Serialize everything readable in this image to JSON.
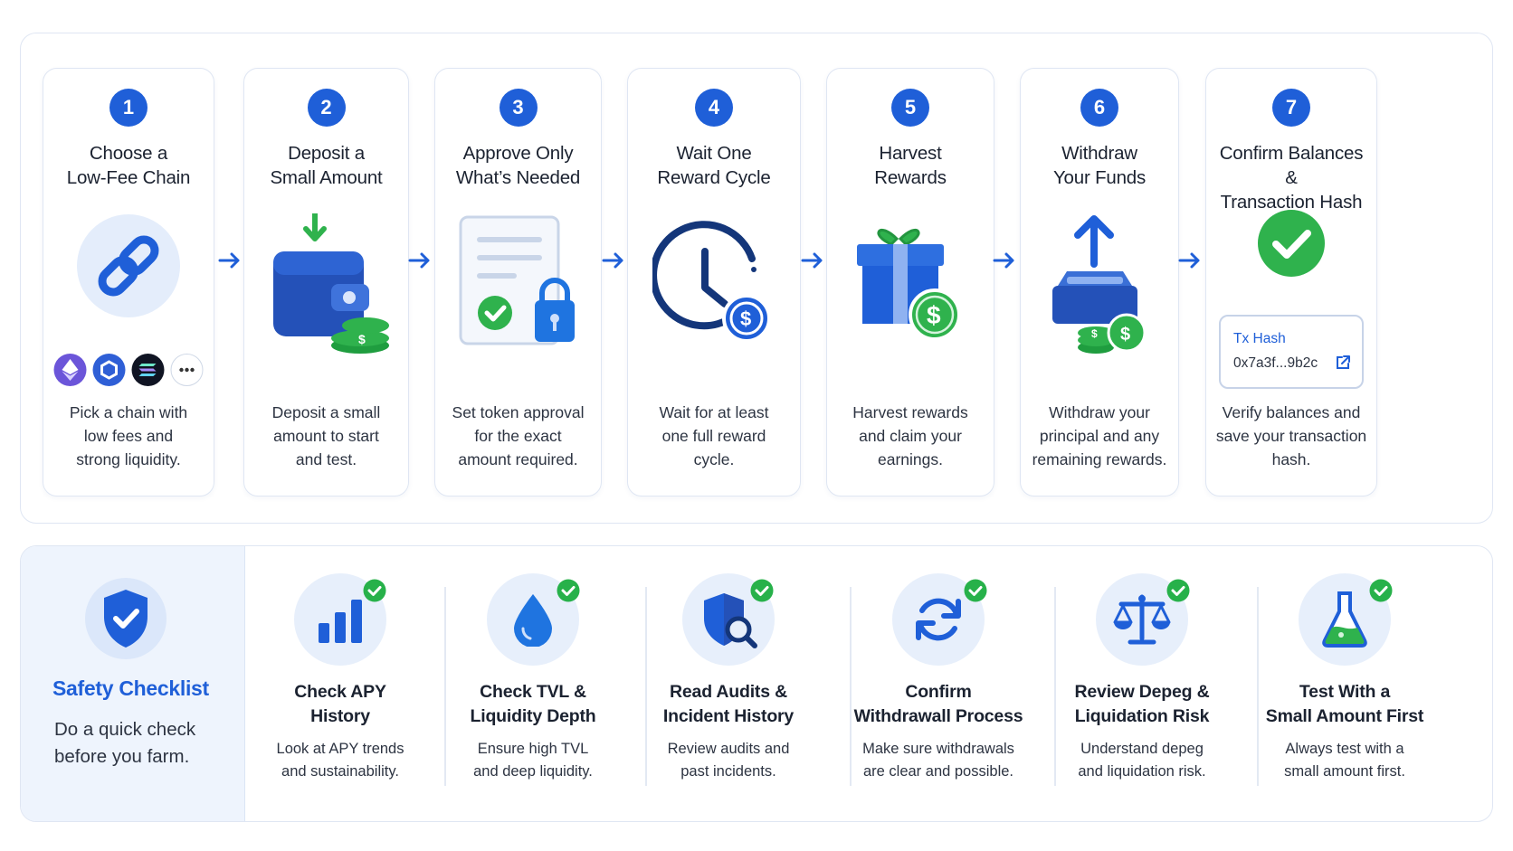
{
  "colors": {
    "primary": "#1f5fd8",
    "success": "#27b14a",
    "border": "#dfe6f3",
    "soft_blue": "#e7effb"
  },
  "steps": [
    {
      "number": "1",
      "title": "Choose a\nLow-Fee Chain",
      "desc": "Pick a chain with\nlow fees and\nstrong liquidity.",
      "icon": "chain-link-icon"
    },
    {
      "number": "2",
      "title": "Deposit a\nSmall Amount",
      "desc": "Deposit a small\namount to start\nand test.",
      "icon": "wallet-deposit-icon"
    },
    {
      "number": "3",
      "title": "Approve Only\nWhat’s Needed",
      "desc": "Set token approval\nfor the exact\namount required.",
      "icon": "document-lock-icon"
    },
    {
      "number": "4",
      "title": "Wait One\nReward Cycle",
      "desc": "Wait for at least\none full reward\ncycle.",
      "icon": "clock-coin-icon"
    },
    {
      "number": "5",
      "title": "Harvest\nRewards",
      "desc": "Harvest rewards\nand claim your\nearnings.",
      "icon": "gift-coin-icon"
    },
    {
      "number": "6",
      "title": "Withdraw\nYour Funds",
      "desc": "Withdraw your\nprincipal and any\nremaining rewards.",
      "icon": "withdraw-tray-icon"
    },
    {
      "number": "7",
      "title": "Confirm Balances &\nTransaction Hash",
      "desc": "Verify balances and\nsave your transaction\nhash.",
      "icon": "check-circle-icon"
    }
  ],
  "chains": [
    "ethereum-icon",
    "chainlink-hex-icon",
    "solana-icon",
    "more-icon"
  ],
  "tx": {
    "label": "Tx Hash",
    "hash": "0x7a3f...9b2c"
  },
  "safety": {
    "title": "Safety Checklist",
    "subtitle": "Do a quick check\nbefore you farm."
  },
  "checklist": [
    {
      "title": "Check APY\nHistory",
      "desc": "Look at APY trends\nand sustainability.",
      "icon": "bar-chart-icon"
    },
    {
      "title": "Check TVL &\nLiquidity Depth",
      "desc": "Ensure high TVL\nand deep liquidity.",
      "icon": "water-drop-icon"
    },
    {
      "title": "Read Audits &\nIncident History",
      "desc": "Review audits and\npast incidents.",
      "icon": "shield-search-icon"
    },
    {
      "title": "Confirm\nWithdrawall Process",
      "desc": "Make sure withdrawals\nare clear and possible.",
      "icon": "refresh-icon"
    },
    {
      "title": "Review Depeg &\nLiquidation Risk",
      "desc": "Understand depeg\nand liquidation risk.",
      "icon": "scale-icon"
    },
    {
      "title": "Test With a\nSmall Amount First",
      "desc": "Always test with a\nsmall amount first.",
      "icon": "flask-icon"
    }
  ]
}
